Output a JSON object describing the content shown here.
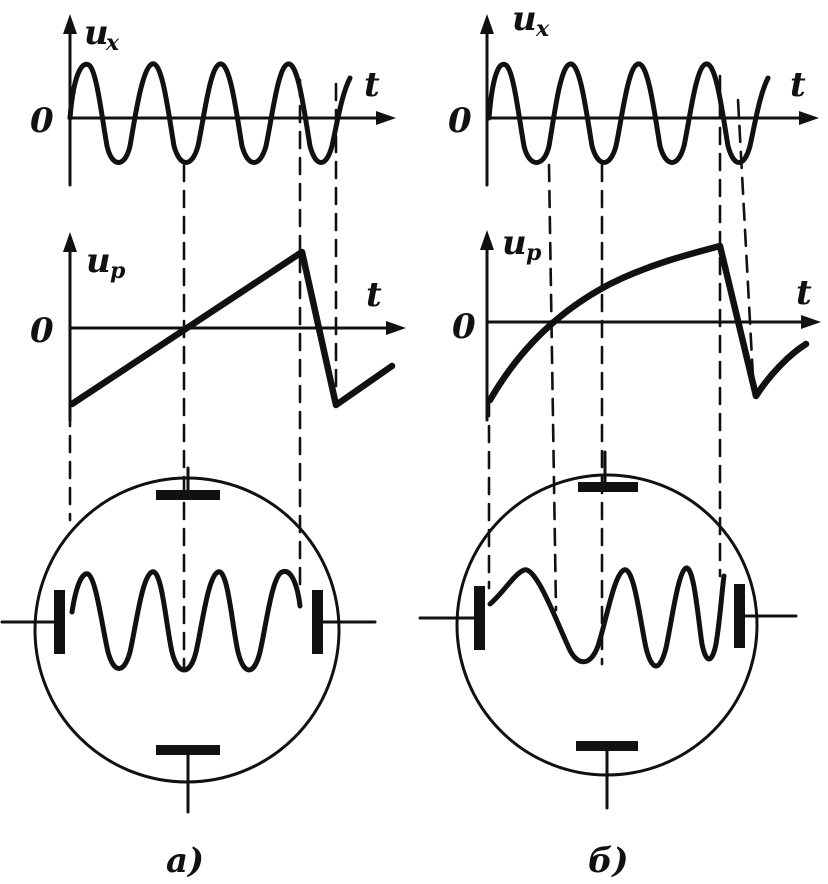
{
  "panels": [
    {
      "id": "a",
      "caption": "a)",
      "signal_label": "u",
      "signal_sub": "x",
      "sweep_label": "u",
      "sweep_sub": "p",
      "time_label": "t",
      "zero_label": "0",
      "sweep_shape": "linear sawtooth",
      "screen_trace": "4 full periods, evenly spaced"
    },
    {
      "id": "b",
      "caption": "б)",
      "signal_label": "u",
      "signal_sub": "x",
      "sweep_label": "u",
      "sweep_sub": "p",
      "time_label": "t",
      "zero_label": "0",
      "sweep_shape": "nonlinear (curved) sawtooth",
      "screen_trace": "periods compressed toward the right"
    }
  ],
  "colors": {
    "ink": "#111111",
    "paper": "#ffffff"
  }
}
